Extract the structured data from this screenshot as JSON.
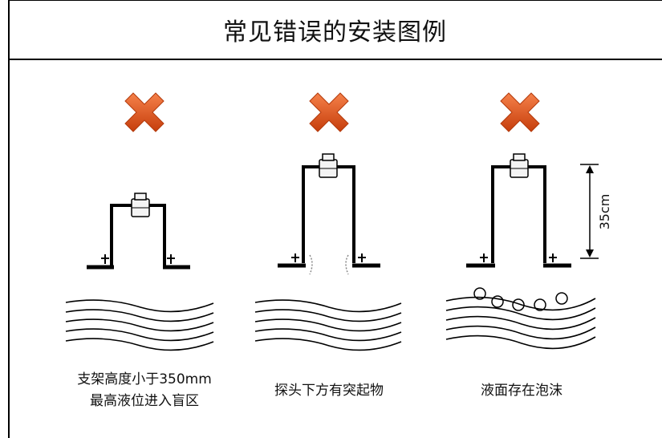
{
  "title": "常见错误的安装图例",
  "colors": {
    "cross_light": "#f0703a",
    "cross_dark": "#c8410e",
    "line": "#000000",
    "probe": "#f4f4f4"
  },
  "panels": [
    {
      "id": "low-bracket",
      "caption_lines": [
        "支架高度小于350mm",
        "最高液位进入盲区"
      ]
    },
    {
      "id": "obstruction",
      "caption_lines": [
        "探头下方有突起物"
      ]
    },
    {
      "id": "foam",
      "caption_lines": [
        "液面存在泡沫"
      ],
      "dimension_label": "35cm"
    }
  ]
}
